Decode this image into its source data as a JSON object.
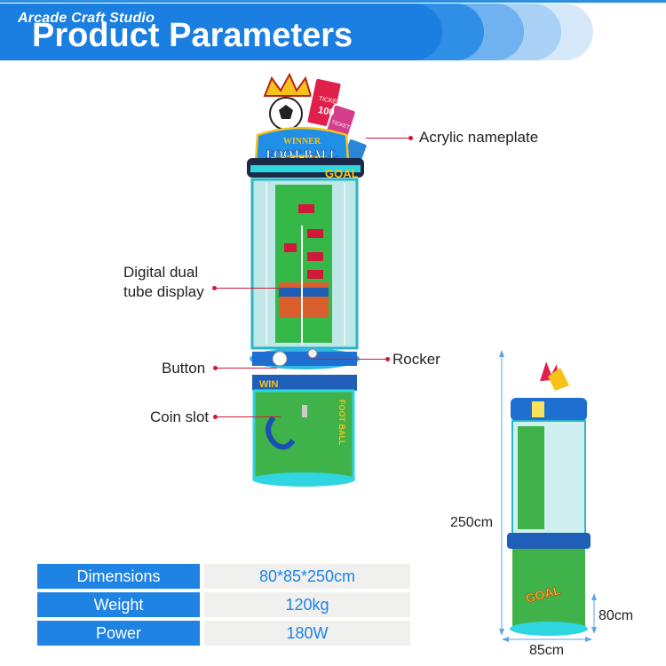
{
  "header": {
    "brand": "Arcade Craft Studio",
    "title": "Product Parameters"
  },
  "machine": {
    "sign_top": "WINNER",
    "sign_main": "FOOT BALL",
    "ticket_1": "TICKETS",
    "ticket_2": "100",
    "ticket_3": "TICKETS",
    "goal": "GOAL",
    "win": "WIN",
    "side_text": "FOOT BALL"
  },
  "callouts": {
    "acrylic": "Acrylic nameplate",
    "digital_1": "Digital dual",
    "digital_2": "tube display",
    "button": "Button",
    "rocker": "Rocker",
    "coin": "Coin slot"
  },
  "specs": [
    {
      "label": "Dimensions",
      "value": "80*85*250cm"
    },
    {
      "label": "Weight",
      "value": "120kg"
    },
    {
      "label": "Power",
      "value": "180W"
    }
  ],
  "dimensions": {
    "height": "250cm",
    "base_height": "80cm",
    "width": "85cm",
    "side_goal": "GOAL"
  },
  "colors": {
    "accent": "#1f83e4",
    "callout": "#d0183a",
    "cabinet_green": "#3fb24a",
    "trim_cyan": "#2fd6e0"
  }
}
